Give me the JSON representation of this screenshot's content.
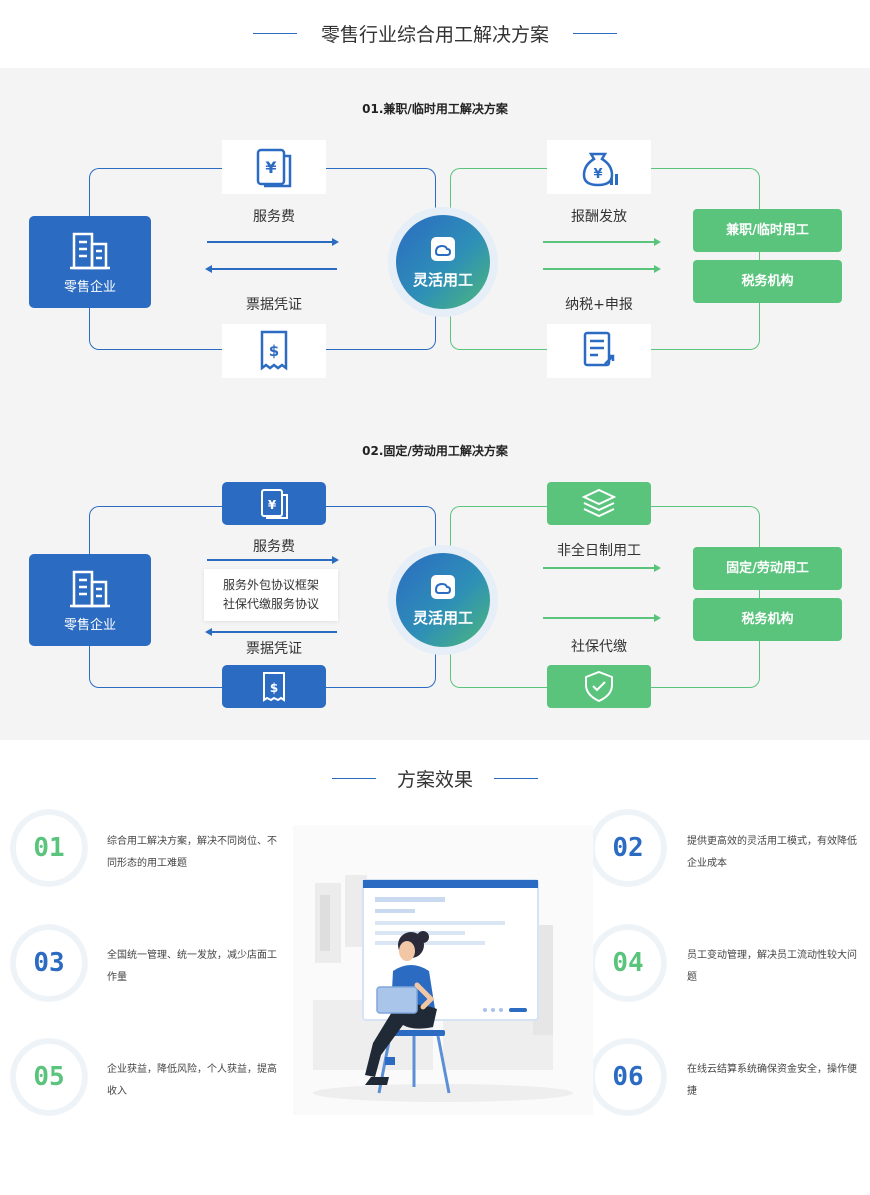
{
  "header": {
    "title": "零售行业综合用工解决方案"
  },
  "colors": {
    "blue": "#2b6bc2",
    "green": "#5ac47d",
    "bg_gray": "#f4f4f4"
  },
  "scheme1": {
    "title": "01.兼职/临时用工解决方案",
    "left_box": {
      "label": "零售企业",
      "icon": "building-icon"
    },
    "hub": {
      "label": "灵活用工",
      "icon": "cloud-logo-icon"
    },
    "top_left_label": "服务费",
    "bottom_left_label": "票据凭证",
    "top_right_label": "报酬发放",
    "bottom_right_label": "纳税+申报",
    "right_boxes": [
      "兼职/临时用工",
      "税务机构"
    ]
  },
  "scheme2": {
    "title": "02.固定/劳动用工解决方案",
    "left_box": {
      "label": "零售企业",
      "icon": "building-icon"
    },
    "hub": {
      "label": "灵活用工",
      "icon": "cloud-logo-icon"
    },
    "top_left_label": "服务费",
    "agreements": [
      "服务外包协议框架",
      "社保代缴服务协议"
    ],
    "bottom_left_label": "票据凭证",
    "top_right_label": "非全日制用工",
    "bottom_right_label": "社保代缴",
    "right_boxes": [
      "固定/劳动用工",
      "税务机构"
    ]
  },
  "effects": {
    "title": "方案效果",
    "items": [
      {
        "num": "01",
        "text": "综合用工解决方案，解决不同岗位、不同形态的用工难题"
      },
      {
        "num": "02",
        "text": "提供更高效的灵活用工模式，有效降低企业成本"
      },
      {
        "num": "03",
        "text": "全国统一管理、统一发放，减少店面工作量"
      },
      {
        "num": "04",
        "text": "员工变动管理，解决员工流动性较大问题"
      },
      {
        "num": "05",
        "text": "企业获益，降低风险，个人获益，提高收入"
      },
      {
        "num": "06",
        "text": "在线云结算系统确保资金安全，操作便捷"
      }
    ]
  }
}
